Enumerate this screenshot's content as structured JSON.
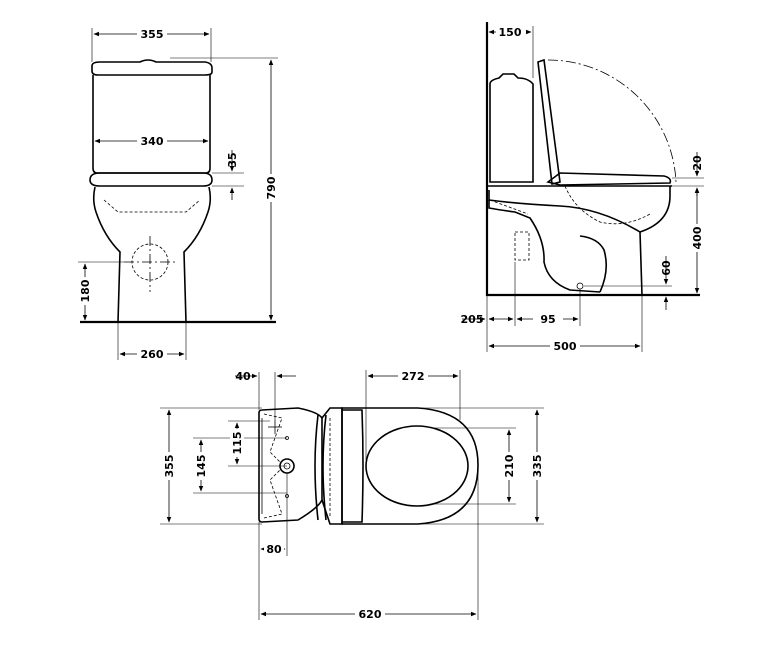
{
  "front_view": {
    "tank_width": "355",
    "inner_width": "340",
    "seat_thickness": "35",
    "total_height": "790",
    "outlet_height": "180",
    "base_width": "260"
  },
  "side_view": {
    "tank_depth": "150",
    "seat_gap": "20",
    "seat_height": "400",
    "outlet_center": "60",
    "wall_offset": "205",
    "fixing_offset": "95",
    "depth": "500"
  },
  "top_view": {
    "edge_offset": "40",
    "seat_opening": "272",
    "total_width": "355",
    "fixing_spacing": "145",
    "inlet_offset": "115",
    "bowl_inner_width": "210",
    "bowl_width": "335",
    "tank_offset": "80",
    "total_length": "620"
  }
}
